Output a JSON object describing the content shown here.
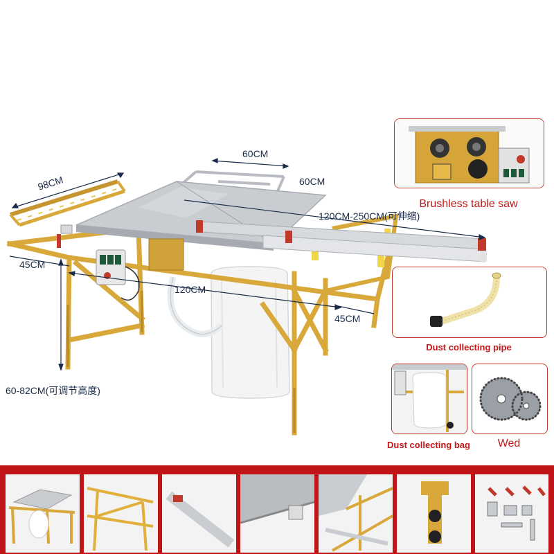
{
  "dimensions": {
    "top_depth": "60CM",
    "side_depth": "60CM",
    "left_width": "98CM",
    "extension": "120CM-250CM(可伸缩)",
    "left_front": "45CM",
    "front_width": "120CM",
    "right_front": "45CM",
    "height": "60-82CM(可调节高度)"
  },
  "callouts": {
    "saw": "Brushless table saw",
    "pipe": "Dust collecting pipe",
    "bag": "Dust collecting bag",
    "blade": "Wed"
  },
  "colors": {
    "frame_yellow": "#d9a83a",
    "frame_dark": "#b98a28",
    "steel": "#c9ccd1",
    "red_strip": "#c01418",
    "caption_red": "#c01818"
  },
  "thumbnails": [
    "full-saw-table",
    "folding-frame",
    "sliding-rail",
    "table-edge",
    "extension-frame",
    "wheel-bracket",
    "accessory-kit"
  ]
}
